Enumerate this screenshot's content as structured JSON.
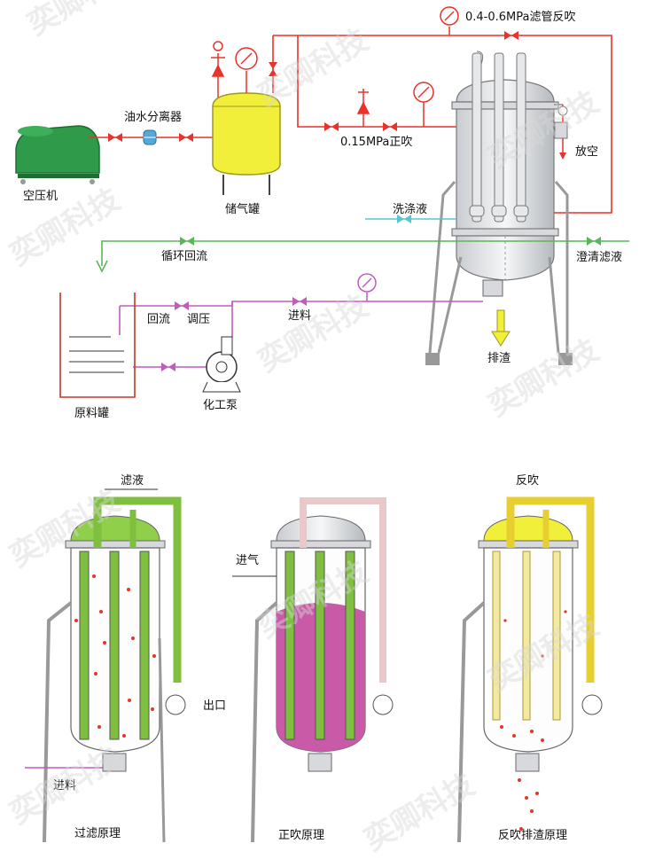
{
  "colors": {
    "air_red": "#e8322a",
    "liquid_green": "#3aa63a",
    "circ_green": "#57b857",
    "feed_pink": "#c05bbf",
    "wash_cyan": "#55c7cf",
    "tank_yellow": "#f2ef3a",
    "pipe_yellow": "#e8cf30",
    "filter_green": "#7fbf3f",
    "blow_magenta": "#c85aa8",
    "compressor_green": "#2f9a4a",
    "steel": "#b8bcc0"
  },
  "labels": {
    "compressor": "空压机",
    "oil_water_separator": "油水分离器",
    "air_tank": "储气罐",
    "reverse_blow": "0.4-0.6MPa滤管反吹",
    "forward_blow": "0.15MPa正吹",
    "vent": "放空",
    "wash_liquid": "洗涤液",
    "circulation_return": "循环回流",
    "clear_filtrate": "澄清滤液",
    "return_flow": "回流",
    "pressure_regulate": "调压",
    "feed_top": "进料",
    "raw_tank": "原料罐",
    "chemical_pump": "化工泵",
    "slag_discharge": "排渣",
    "filtrate": "滤液",
    "outlet": "出口",
    "feed_bottom": "进料",
    "filtration_principle": "过滤原理",
    "air_in": "进气",
    "forward_blow_principle": "正吹原理",
    "reverse_blow_label": "反吹",
    "reverse_blow_slag_principle": "反吹排渣原理"
  },
  "watermark": "奕卿科技"
}
